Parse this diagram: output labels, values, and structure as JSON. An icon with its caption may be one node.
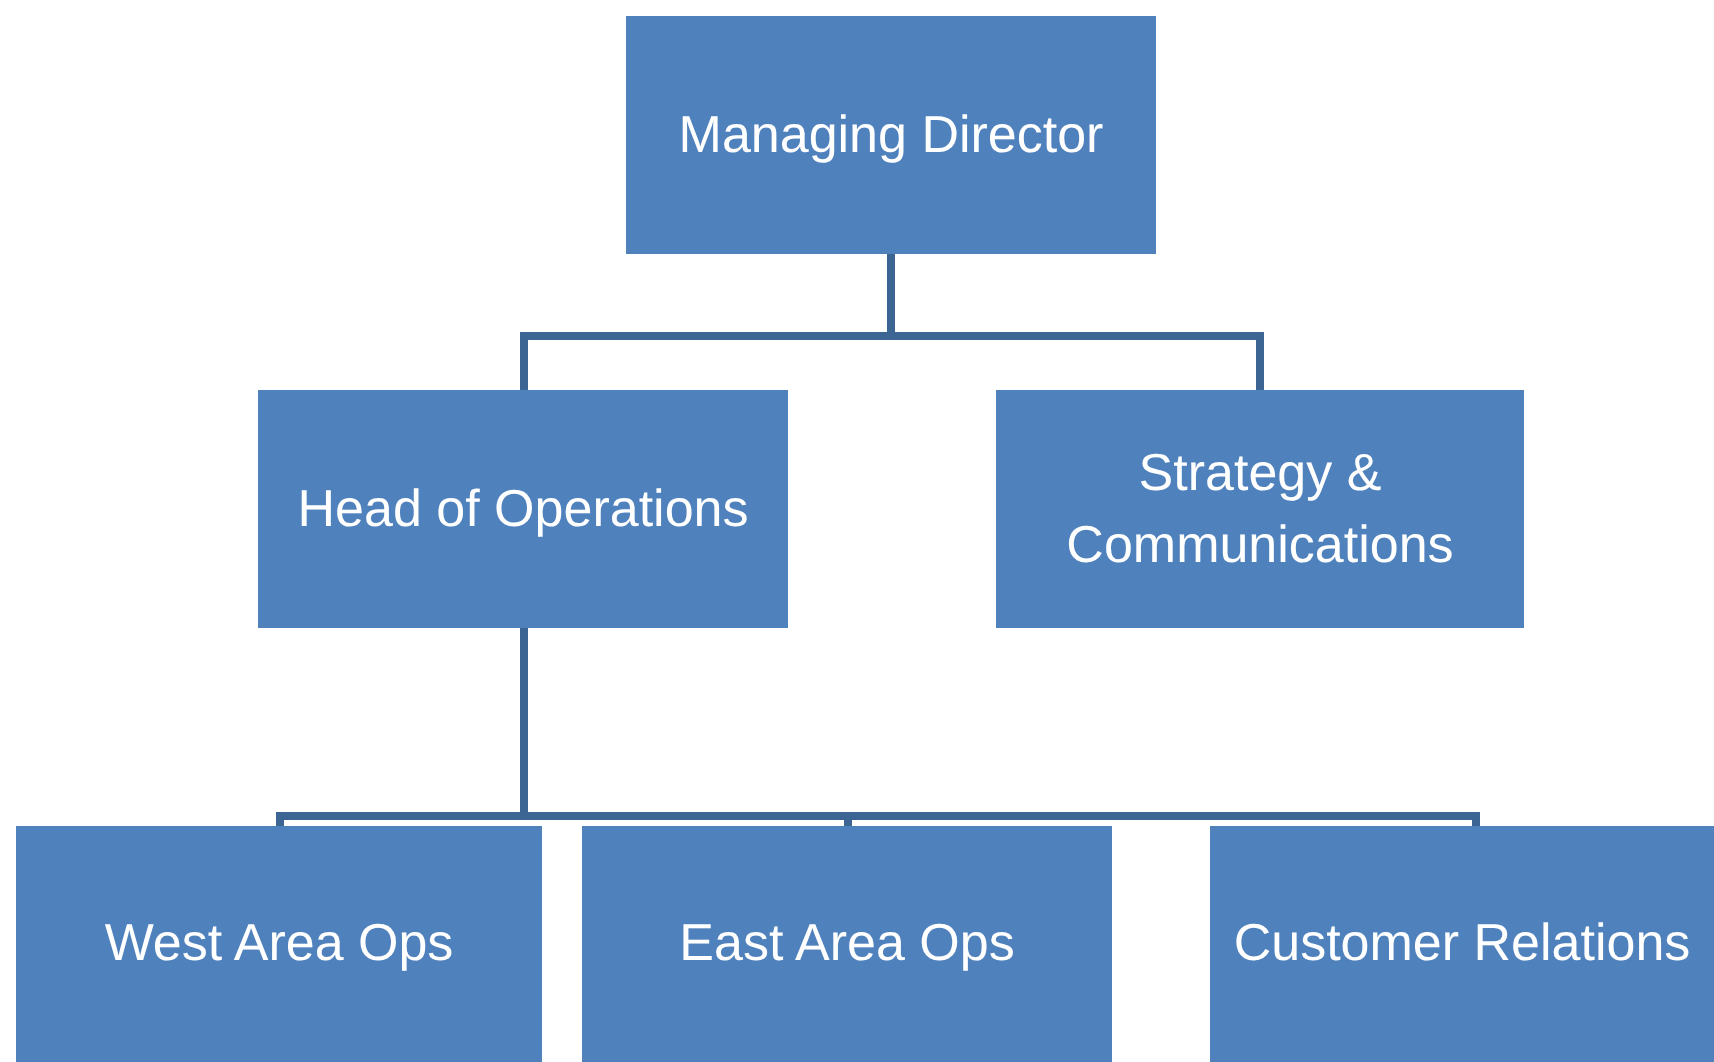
{
  "diagram": {
    "nodes": [
      {
        "text": [
          "Managing Director"
        ]
      },
      {
        "text": [
          "Head of Operations"
        ]
      },
      {
        "text": [
          "Strategy & Communications"
        ]
      },
      {
        "text": [
          "West Area Ops"
        ]
      },
      {
        "text": [
          "East Area Ops"
        ]
      },
      {
        "text": [
          "Customer Relations"
        ]
      }
    ],
    "edges": [
      {
        "from": 0,
        "to": 1,
        "arrow": "none"
      },
      {
        "from": 0,
        "to": 2,
        "arrow": "none"
      },
      {
        "from": 1,
        "to": 3,
        "arrow": "none"
      },
      {
        "from": 1,
        "to": 4,
        "arrow": "none"
      },
      {
        "from": 1,
        "to": 5,
        "arrow": "none"
      }
    ]
  }
}
